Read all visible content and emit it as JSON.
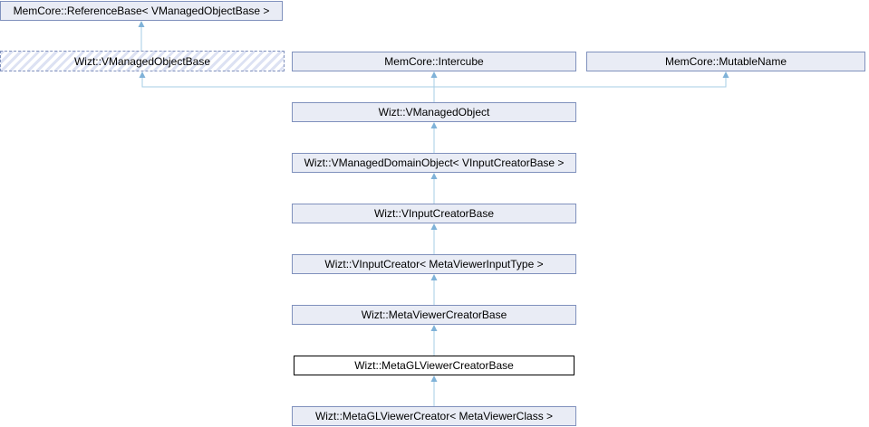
{
  "diagram": {
    "type": "class-inheritance-graph",
    "nodes": [
      {
        "id": "reference_base",
        "label": "MemCore::ReferenceBase< VManagedObjectBase >",
        "style": "solid"
      },
      {
        "id": "vmanaged_object_base",
        "label": "Wizt::VManagedObjectBase",
        "style": "hatched-dashed"
      },
      {
        "id": "intercube",
        "label": "MemCore::Intercube",
        "style": "solid"
      },
      {
        "id": "mutable_name",
        "label": "MemCore::MutableName",
        "style": "solid"
      },
      {
        "id": "vmanaged_object",
        "label": "Wizt::VManagedObject",
        "style": "solid"
      },
      {
        "id": "vmanaged_domain_object",
        "label": "Wizt::VManagedDomainObject< VInputCreatorBase >",
        "style": "solid"
      },
      {
        "id": "vinput_creator_base",
        "label": "Wizt::VInputCreatorBase",
        "style": "solid"
      },
      {
        "id": "vinput_creator",
        "label": "Wizt::VInputCreator< MetaViewerInputType >",
        "style": "solid"
      },
      {
        "id": "meta_viewer_creator_base",
        "label": "Wizt::MetaViewerCreatorBase",
        "style": "solid"
      },
      {
        "id": "meta_gl_viewer_creator_base",
        "label": "Wizt::MetaGLViewerCreatorBase",
        "style": "current"
      },
      {
        "id": "meta_gl_viewer_creator",
        "label": "Wizt::MetaGLViewerCreator< MetaViewerClass >",
        "style": "solid"
      }
    ],
    "edges": [
      {
        "from": "vmanaged_object_base",
        "to": "reference_base"
      },
      {
        "from": "vmanaged_object",
        "to": "vmanaged_object_base"
      },
      {
        "from": "vmanaged_object",
        "to": "intercube"
      },
      {
        "from": "vmanaged_object",
        "to": "mutable_name"
      },
      {
        "from": "vmanaged_domain_object",
        "to": "vmanaged_object"
      },
      {
        "from": "vinput_creator_base",
        "to": "vmanaged_domain_object"
      },
      {
        "from": "vinput_creator",
        "to": "vinput_creator_base"
      },
      {
        "from": "meta_viewer_creator_base",
        "to": "vinput_creator"
      },
      {
        "from": "meta_gl_viewer_creator_base",
        "to": "meta_viewer_creator_base"
      },
      {
        "from": "meta_gl_viewer_creator",
        "to": "meta_gl_viewer_creator_base"
      }
    ],
    "colors": {
      "node_fill": "#e9ecf5",
      "node_border": "#8091bd",
      "edge_line": "#a5cde5",
      "edge_arrow": "#7fb2d8",
      "current_border": "#000000",
      "current_fill": "#ffffff",
      "hatch_stripe": "#dde2f3",
      "text": "#000000"
    }
  }
}
